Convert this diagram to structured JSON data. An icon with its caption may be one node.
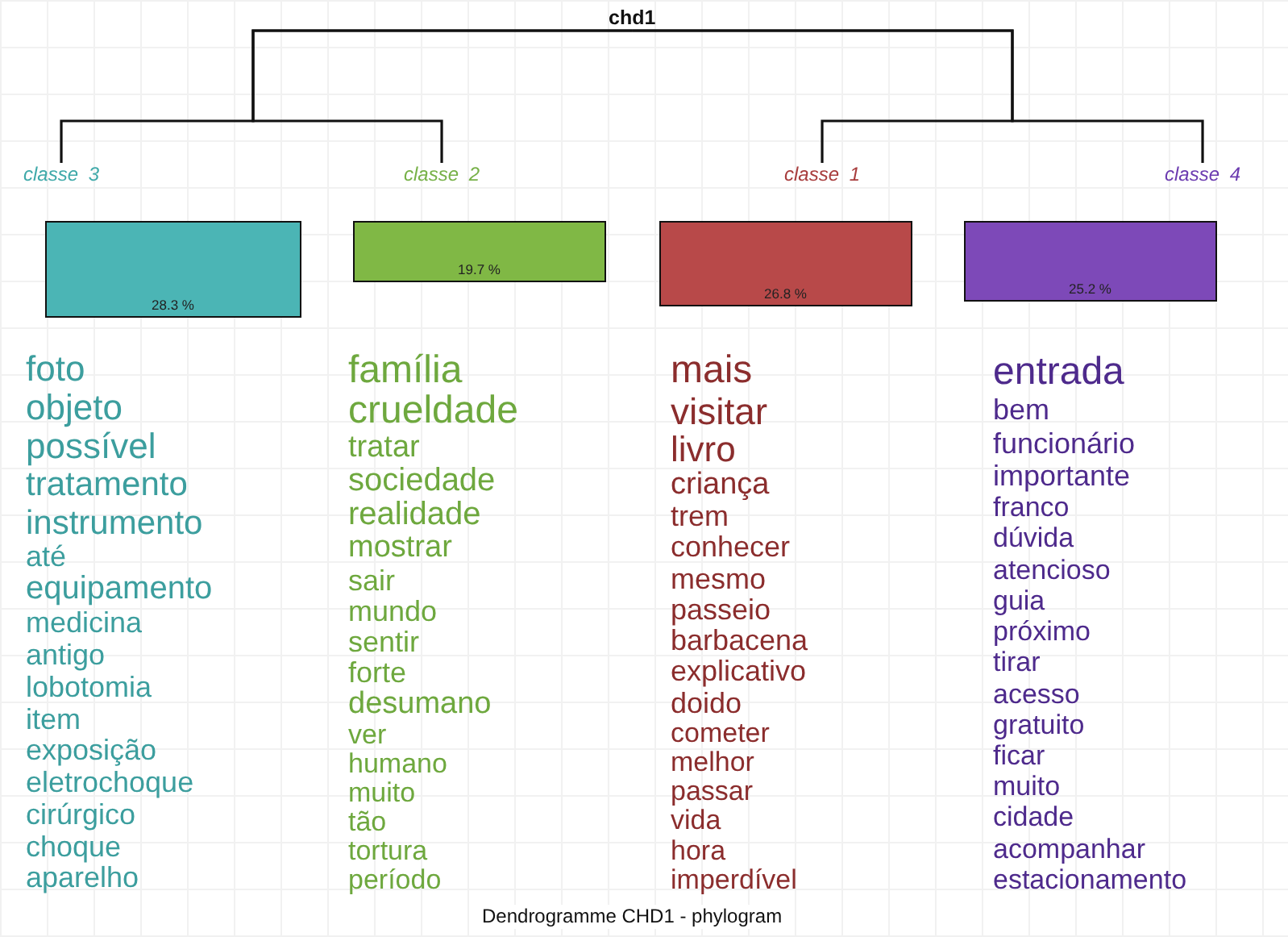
{
  "diagram": {
    "caption": "Dendrogramme CHD1 - phylogram",
    "nodes": [
      {
        "text": [
          "chd1"
        ]
      },
      {
        "text": [
          "classe 3"
        ]
      },
      {
        "text": [
          "classe 2"
        ]
      },
      {
        "text": [
          "classe 1"
        ]
      },
      {
        "text": [
          "classe 4"
        ]
      },
      {
        "text": [
          "28.3 %"
        ],
        "beside": [
          "foto",
          "objeto",
          "possível",
          "tratamento",
          "instrumento",
          "até",
          "equipamento",
          "medicina",
          "antigo",
          "lobotomia",
          "item",
          "exposição",
          "eletrochoque",
          "cirúrgico",
          "choque",
          "aparelho"
        ]
      },
      {
        "text": [
          "19.7 %"
        ],
        "beside": [
          "família",
          "crueldade",
          "tratar",
          "sociedade",
          "realidade",
          "mostrar",
          "sair",
          "mundo",
          "sentir",
          "forte",
          "desumano",
          "ver",
          "humano",
          "muito",
          "tão",
          "tortura",
          "período"
        ]
      },
      {
        "text": [
          "26.8 %"
        ],
        "beside": [
          "mais",
          "visitar",
          "livro",
          "criança",
          "trem",
          "conhecer",
          "mesmo",
          "passeio",
          "barbacena",
          "explicativo",
          "doido",
          "cometer",
          "melhor",
          "passar",
          "vida",
          "hora",
          "imperdível"
        ]
      },
      {
        "text": [
          "25.2 %"
        ],
        "beside": [
          "entrada",
          "bem",
          "funcionário",
          "importante",
          "franco",
          "dúvida",
          "atencioso",
          "guia",
          "próximo",
          "tirar",
          "acesso",
          "gratuito",
          "ficar",
          "muito",
          "cidade",
          "acompanhar",
          "estacionamento"
        ]
      }
    ],
    "edges": [
      {
        "from": 0,
        "to": 1,
        "arrow": "none"
      },
      {
        "from": 0,
        "to": 2,
        "arrow": "none"
      },
      {
        "from": 0,
        "to": 3,
        "arrow": "none"
      },
      {
        "from": 0,
        "to": 4,
        "arrow": "none"
      }
    ]
  }
}
